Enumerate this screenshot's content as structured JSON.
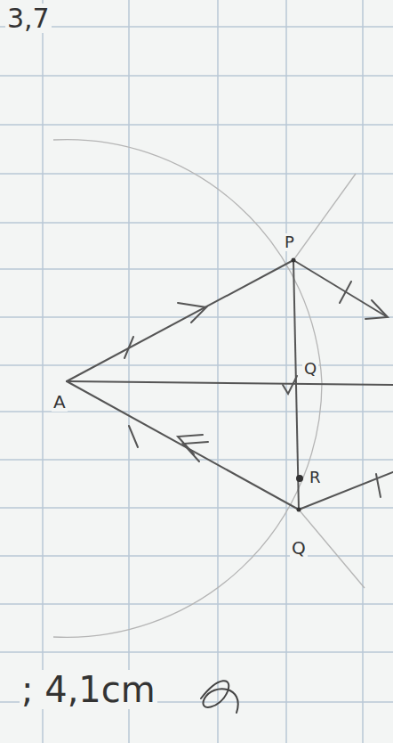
{
  "diagram": {
    "labels": [
      "3,7",
      "P",
      "A",
      "Q",
      "R",
      "Q",
      "; 4,1cm"
    ]
  }
}
